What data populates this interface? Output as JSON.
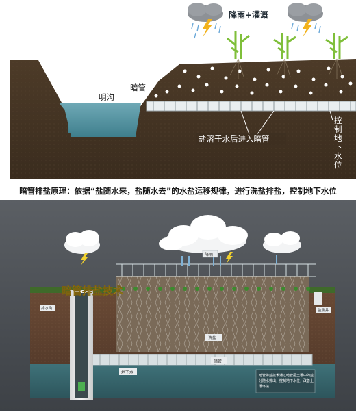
{
  "top_panel": {
    "label_rain_irrigation": "降雨+灌溉",
    "label_ditch": "明沟",
    "label_pipe": "暗管",
    "label_salt_enters": "盐溶于水后进入暗管",
    "label_control_water": "控制地下水位"
  },
  "caption": "暗管排盐原理：依据“盐随水来，盐随水去”的水盐运移规律，进行洗盐排盐，控制地下水位",
  "bottom_panel": {
    "title": "暗管排盐技术",
    "label_rain": "降雨",
    "label_wash_salt": "洗盐",
    "label_pipe": "暗管",
    "label_groundwater": "地下水",
    "label_left_well": "排水沟",
    "label_right_well": "监测井",
    "info_text": "暗管排盐技术通过暗管把土壤中的盐分随水排出，控制地下水位，改善土壤环境"
  },
  "colors": {
    "soil": "#4a3a29",
    "water": "#5a9aa8",
    "sky_bottom": "#4a4f55",
    "title_yellow": "#f2d22e"
  }
}
